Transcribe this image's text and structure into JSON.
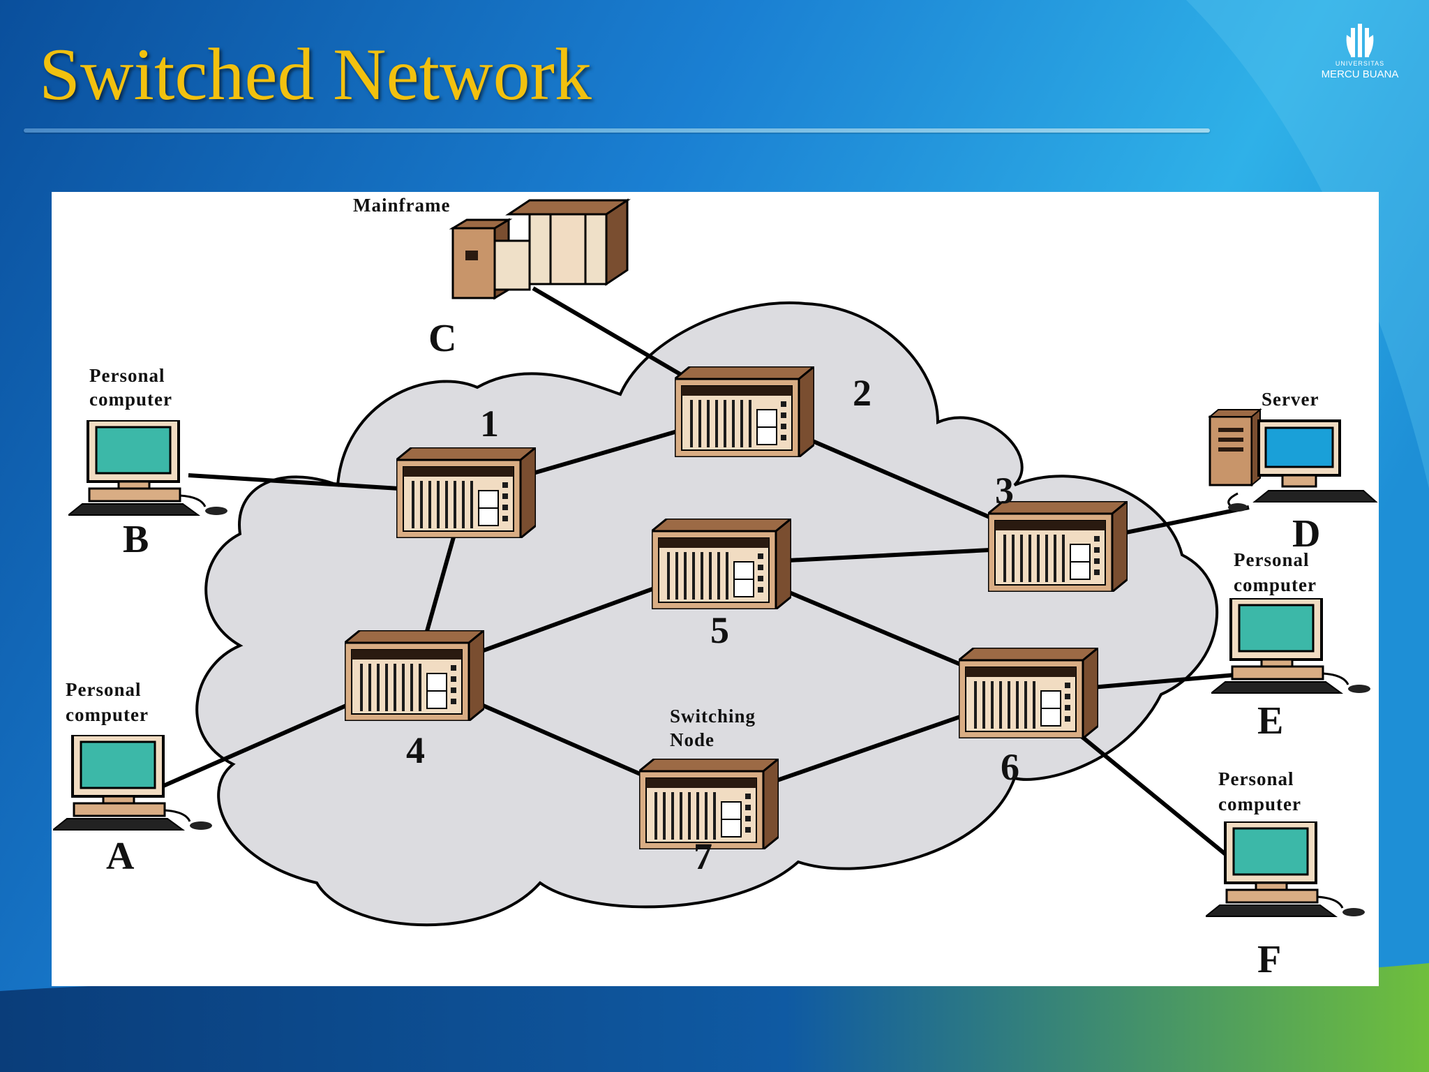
{
  "slide": {
    "title": "Switched Network",
    "logo_top": "UNIVERSITAS",
    "logo_name": "MERCU BUANA",
    "colors": {
      "title": "#f2c10f",
      "cloud": "#dcdce0",
      "screen": "#3cb8a8",
      "chassis": "#c8956a"
    }
  },
  "diagram": {
    "nodes": [
      {
        "id": "1",
        "label": "1"
      },
      {
        "id": "2",
        "label": "2"
      },
      {
        "id": "3",
        "label": "3"
      },
      {
        "id": "4",
        "label": "4"
      },
      {
        "id": "5",
        "label": "5"
      },
      {
        "id": "6",
        "label": "6"
      },
      {
        "id": "7",
        "label": "7"
      }
    ],
    "switching_node_label": [
      "Switching",
      "Node"
    ],
    "stations": [
      {
        "id": "A",
        "letter": "A",
        "caption": [
          "Personal",
          "computer"
        ],
        "kind": "personal-computer"
      },
      {
        "id": "B",
        "letter": "B",
        "caption": [
          "Personal",
          "computer"
        ],
        "kind": "personal-computer"
      },
      {
        "id": "C",
        "letter": "C",
        "caption": [
          "Mainframe"
        ],
        "kind": "mainframe"
      },
      {
        "id": "D",
        "letter": "D",
        "caption": [
          "Server"
        ],
        "kind": "server"
      },
      {
        "id": "E",
        "letter": "E",
        "caption": [
          "Personal",
          "computer"
        ],
        "kind": "personal-computer"
      },
      {
        "id": "F",
        "letter": "F",
        "caption": [
          "Personal",
          "computer"
        ],
        "kind": "personal-computer"
      }
    ],
    "links": [
      [
        "B",
        "1"
      ],
      [
        "C",
        "2"
      ],
      [
        "1",
        "2"
      ],
      [
        "1",
        "4"
      ],
      [
        "2",
        "3"
      ],
      [
        "5",
        "3"
      ],
      [
        "3",
        "D"
      ],
      [
        "4",
        "5"
      ],
      [
        "4",
        "A"
      ],
      [
        "4",
        "7"
      ],
      [
        "5",
        "6"
      ],
      [
        "7",
        "6"
      ],
      [
        "6",
        "E"
      ],
      [
        "6",
        "F"
      ]
    ]
  }
}
